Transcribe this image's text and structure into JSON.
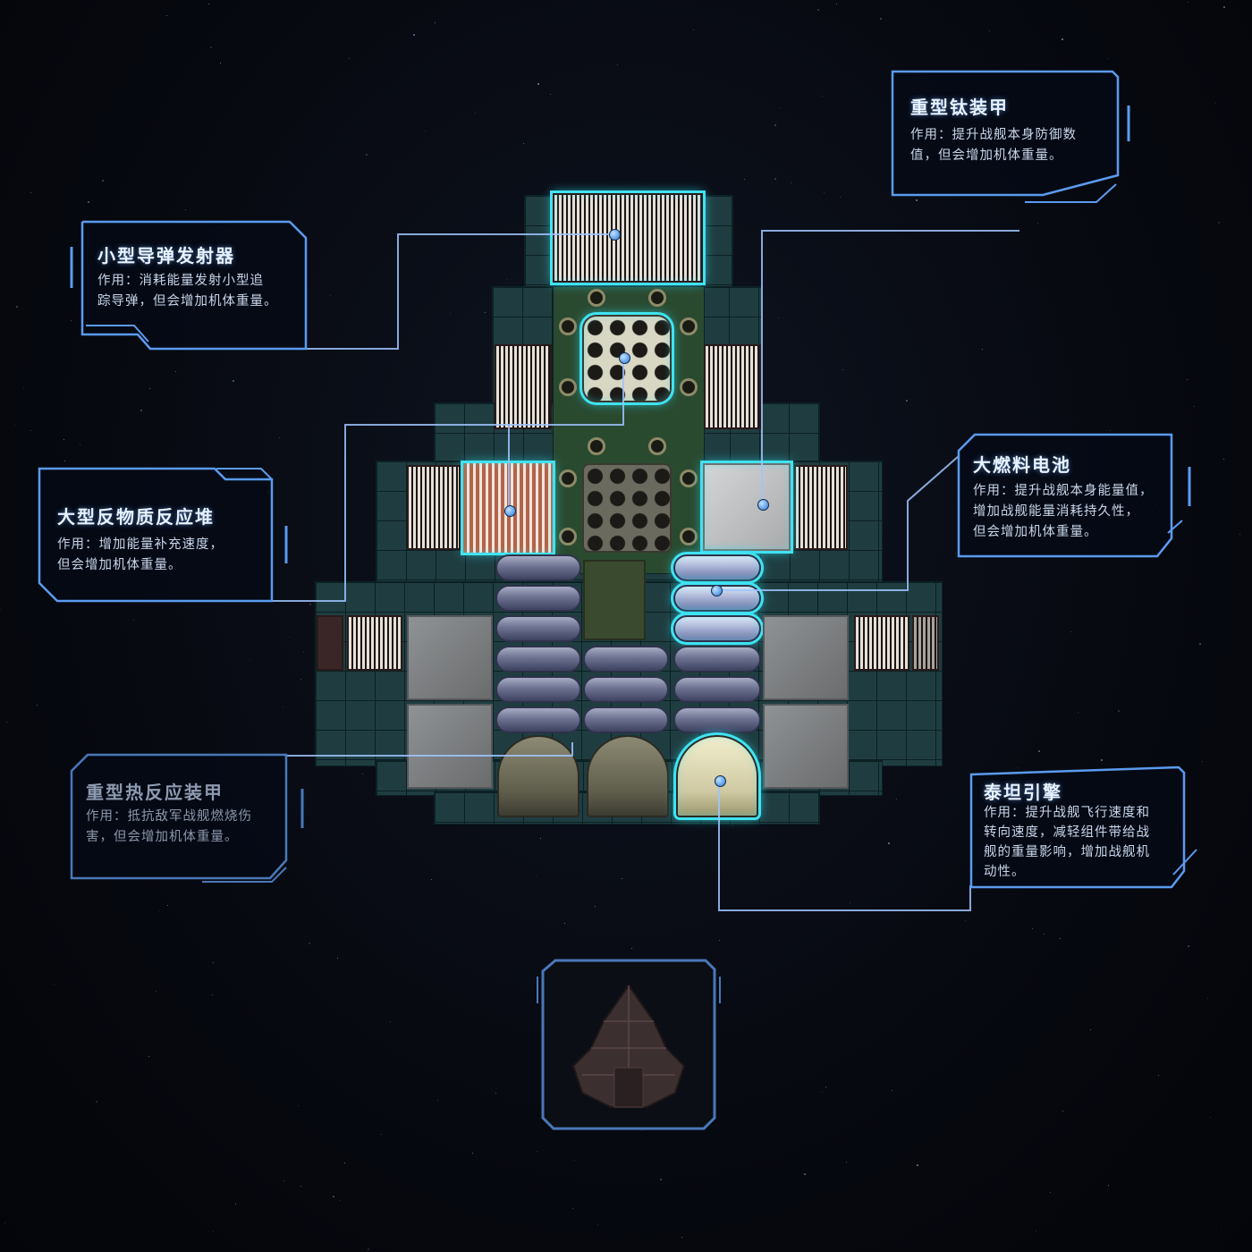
{
  "modules": [
    {
      "id": "missile",
      "title": "小型导弹发射器",
      "desc_lines": [
        "作用：消耗能量发射小型追",
        "踪导弹，但会增加机体重量。"
      ],
      "highlighted": true
    },
    {
      "id": "armor",
      "title": "重型钛装甲",
      "desc_lines": [
        "作用：提升战舰本身防御数",
        "值，但会增加机体重量。"
      ],
      "highlighted": true
    },
    {
      "id": "reactor",
      "title": "大型反物质反应堆",
      "desc_lines": [
        "作用：增加能量补充速度，",
        "但会增加机体重量。"
      ],
      "highlighted": true
    },
    {
      "id": "battery",
      "title": "大燃料电池",
      "desc_lines": [
        "作用：提升战舰本身能量值，",
        "增加战舰能量消耗持久性，",
        "但会增加机体重量。"
      ],
      "highlighted": true
    },
    {
      "id": "thermal",
      "title": "重型热反应装甲",
      "desc_lines": [
        "作用：抵抗敌军战舰燃烧伤",
        "害，但会增加机体重量。"
      ],
      "highlighted": false
    },
    {
      "id": "engine",
      "title": "泰坦引擎",
      "desc_lines": [
        "作用：提升战舰飞行速度和",
        "转向速度，减轻组件带给战",
        "舰的重量影响，增加战舰机",
        "动性。"
      ],
      "highlighted": true
    }
  ],
  "colors": {
    "highlight": "#3fe3f2",
    "panel_border": "#5b9bf0",
    "leader_line": "#9fc4ff"
  },
  "preview": {
    "icon": "ship-silhouette-icon"
  }
}
